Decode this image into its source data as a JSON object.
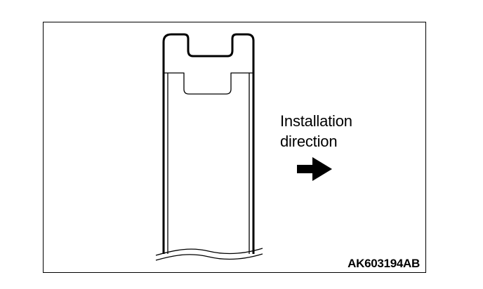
{
  "annotation": {
    "line1": "Installation",
    "line2": "direction"
  },
  "arrow": {
    "icon": "right-arrow-icon",
    "color": "#000000"
  },
  "figure_code": "AK603194AB"
}
